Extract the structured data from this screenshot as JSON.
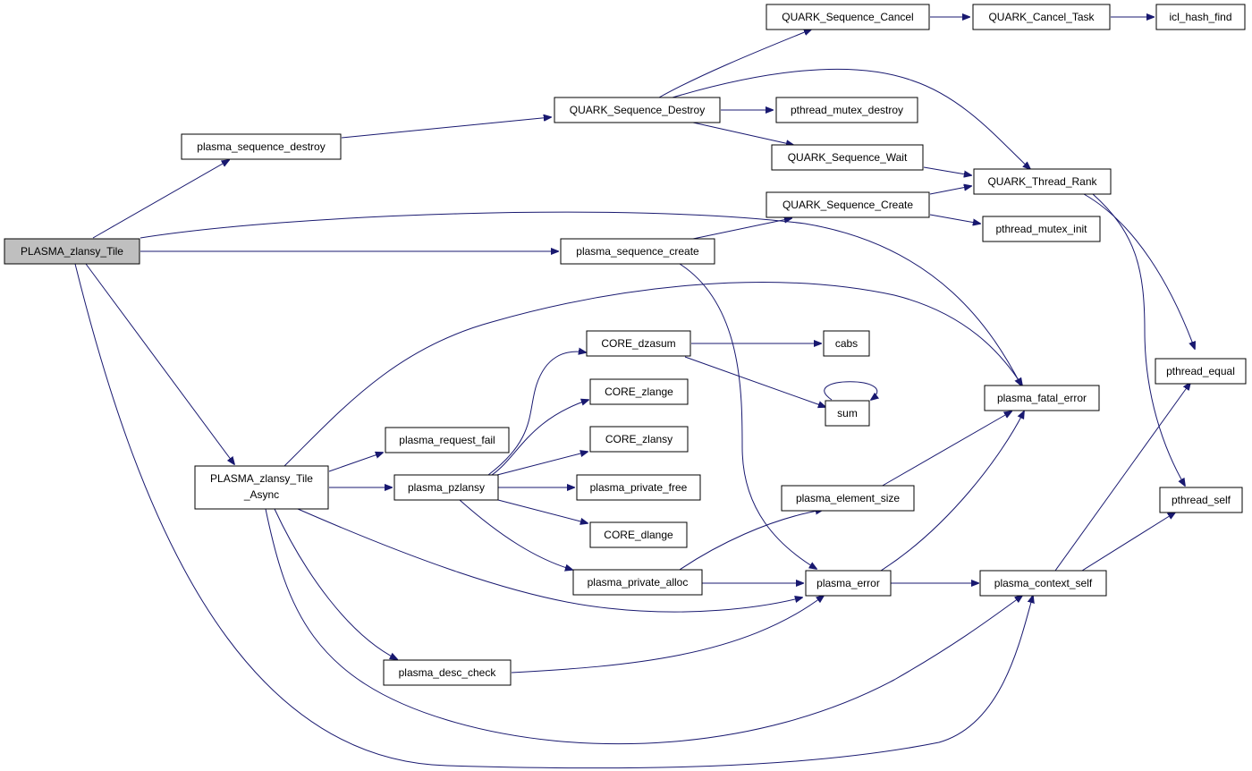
{
  "diagram": {
    "root": "PLASMA_zlansy_Tile",
    "colors": {
      "edge": "#191970",
      "node_fill": "#ffffff",
      "root_fill": "#bfbfbf",
      "node_border": "#000000"
    },
    "nodes": [
      {
        "id": "n_root",
        "lines": [
          "PLASMA_zlansy_Tile"
        ]
      },
      {
        "id": "n_psd",
        "lines": [
          "plasma_sequence_destroy"
        ]
      },
      {
        "id": "n_psc",
        "lines": [
          "plasma_sequence_create"
        ]
      },
      {
        "id": "n_async",
        "lines": [
          "PLASMA_zlansy_Tile",
          "_Async"
        ]
      },
      {
        "id": "n_qsdestroy",
        "lines": [
          "QUARK_Sequence_Destroy"
        ]
      },
      {
        "id": "n_qscancel",
        "lines": [
          "QUARK_Sequence_Cancel"
        ]
      },
      {
        "id": "n_qct",
        "lines": [
          "QUARK_Cancel_Task"
        ]
      },
      {
        "id": "n_ihf",
        "lines": [
          "icl_hash_find"
        ]
      },
      {
        "id": "n_pmd",
        "lines": [
          "pthread_mutex_destroy"
        ]
      },
      {
        "id": "n_qswait",
        "lines": [
          "QUARK_Sequence_Wait"
        ]
      },
      {
        "id": "n_qtr",
        "lines": [
          "QUARK_Thread_Rank"
        ]
      },
      {
        "id": "n_qscreate",
        "lines": [
          "QUARK_Sequence_Create"
        ]
      },
      {
        "id": "n_pmi",
        "lines": [
          "pthread_mutex_init"
        ]
      },
      {
        "id": "n_cdzasum",
        "lines": [
          "CORE_dzasum"
        ]
      },
      {
        "id": "n_cabs",
        "lines": [
          "cabs"
        ]
      },
      {
        "id": "n_sum",
        "lines": [
          "sum"
        ]
      },
      {
        "id": "n_czlange",
        "lines": [
          "CORE_zlange"
        ]
      },
      {
        "id": "n_czlansy",
        "lines": [
          "CORE_zlansy"
        ]
      },
      {
        "id": "n_ppfree",
        "lines": [
          "plasma_private_free"
        ]
      },
      {
        "id": "n_cdlange",
        "lines": [
          "CORE_dlange"
        ]
      },
      {
        "id": "n_prf",
        "lines": [
          "plasma_request_fail"
        ]
      },
      {
        "id": "n_ppz",
        "lines": [
          "plasma_pzlansy"
        ]
      },
      {
        "id": "n_ppa",
        "lines": [
          "plasma_private_alloc"
        ]
      },
      {
        "id": "n_pdc",
        "lines": [
          "plasma_desc_check"
        ]
      },
      {
        "id": "n_pes",
        "lines": [
          "plasma_element_size"
        ]
      },
      {
        "id": "n_pfe",
        "lines": [
          "plasma_fatal_error"
        ]
      },
      {
        "id": "n_perr",
        "lines": [
          "plasma_error"
        ]
      },
      {
        "id": "n_pcs",
        "lines": [
          "plasma_context_self"
        ]
      },
      {
        "id": "n_peq",
        "lines": [
          "pthread_equal"
        ]
      },
      {
        "id": "n_pself",
        "lines": [
          "pthread_self"
        ]
      }
    ],
    "edges": [
      [
        "PLASMA_zlansy_Tile",
        "plasma_sequence_destroy"
      ],
      [
        "PLASMA_zlansy_Tile",
        "plasma_fatal_error"
      ],
      [
        "PLASMA_zlansy_Tile",
        "plasma_sequence_create"
      ],
      [
        "PLASMA_zlansy_Tile",
        "PLASMA_zlansy_Tile_Async"
      ],
      [
        "PLASMA_zlansy_Tile",
        "plasma_context_self"
      ],
      [
        "plasma_sequence_destroy",
        "QUARK_Sequence_Destroy"
      ],
      [
        "QUARK_Sequence_Destroy",
        "QUARK_Sequence_Cancel"
      ],
      [
        "QUARK_Sequence_Destroy",
        "QUARK_Thread_Rank"
      ],
      [
        "QUARK_Sequence_Destroy",
        "pthread_mutex_destroy"
      ],
      [
        "QUARK_Sequence_Destroy",
        "QUARK_Sequence_Wait"
      ],
      [
        "QUARK_Sequence_Cancel",
        "QUARK_Cancel_Task"
      ],
      [
        "QUARK_Cancel_Task",
        "icl_hash_find"
      ],
      [
        "QUARK_Sequence_Wait",
        "QUARK_Thread_Rank"
      ],
      [
        "QUARK_Thread_Rank",
        "pthread_equal"
      ],
      [
        "QUARK_Thread_Rank",
        "pthread_self"
      ],
      [
        "plasma_sequence_create",
        "QUARK_Sequence_Create"
      ],
      [
        "plasma_sequence_create",
        "plasma_error"
      ],
      [
        "QUARK_Sequence_Create",
        "QUARK_Thread_Rank"
      ],
      [
        "QUARK_Sequence_Create",
        "pthread_mutex_init"
      ],
      [
        "PLASMA_zlansy_Tile_Async",
        "plasma_fatal_error"
      ],
      [
        "PLASMA_zlansy_Tile_Async",
        "plasma_request_fail"
      ],
      [
        "PLASMA_zlansy_Tile_Async",
        "plasma_pzlansy"
      ],
      [
        "PLASMA_zlansy_Tile_Async",
        "plasma_error"
      ],
      [
        "PLASMA_zlansy_Tile_Async",
        "plasma_desc_check"
      ],
      [
        "PLASMA_zlansy_Tile_Async",
        "plasma_context_self"
      ],
      [
        "plasma_pzlansy",
        "CORE_dzasum"
      ],
      [
        "plasma_pzlansy",
        "CORE_zlange"
      ],
      [
        "plasma_pzlansy",
        "CORE_zlansy"
      ],
      [
        "plasma_pzlansy",
        "plasma_private_free"
      ],
      [
        "plasma_pzlansy",
        "CORE_dlange"
      ],
      [
        "plasma_pzlansy",
        "plasma_private_alloc"
      ],
      [
        "CORE_dzasum",
        "cabs"
      ],
      [
        "CORE_dzasum",
        "sum"
      ],
      [
        "sum",
        "sum"
      ],
      [
        "plasma_private_alloc",
        "plasma_element_size"
      ],
      [
        "plasma_private_alloc",
        "plasma_error"
      ],
      [
        "plasma_element_size",
        "plasma_fatal_error"
      ],
      [
        "plasma_error",
        "plasma_fatal_error"
      ],
      [
        "plasma_error",
        "plasma_context_self"
      ],
      [
        "plasma_desc_check",
        "plasma_error"
      ],
      [
        "plasma_context_self",
        "pthread_equal"
      ],
      [
        "plasma_context_self",
        "pthread_self"
      ]
    ]
  }
}
